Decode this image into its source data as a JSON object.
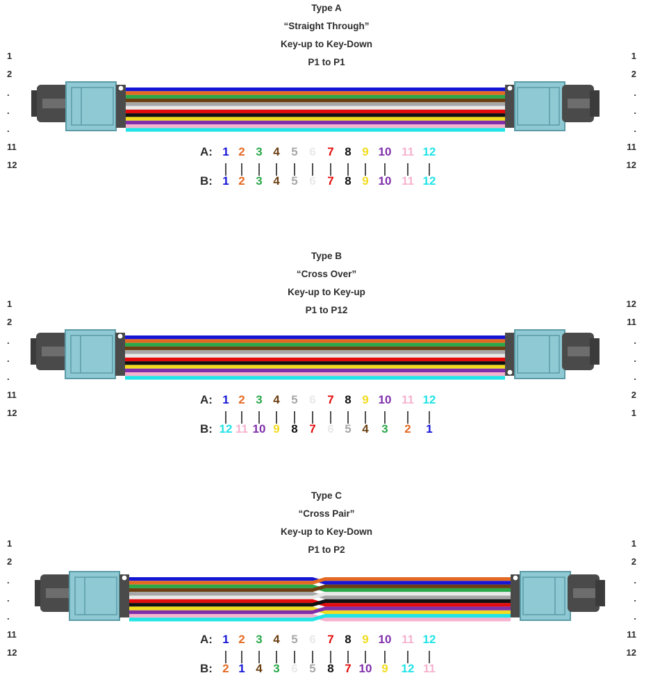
{
  "colors": {
    "fibers": [
      "#1515d6",
      "#e46a24",
      "#2aa84a",
      "#6b3f12",
      "#a7a7a7",
      "#e9e9e9",
      "#e30b0b",
      "#111111",
      "#f2dc1f",
      "#7f2faa",
      "#f6b3cf",
      "#22e3e6"
    ],
    "connector_body": "#8fcad4",
    "connector_edge": "#5a9aa6",
    "connector_dark": "#4a4a4a",
    "connector_darker": "#3b3b3b",
    "map_label": "#2b2b2b"
  },
  "sections": [
    {
      "id": "type-a",
      "title_lines": [
        "Type A",
        "“Straight Through”",
        "Key-up to Key-Down",
        "P1 to P1"
      ],
      "left_numbers": [
        "1",
        "2",
        ".",
        ".",
        ".",
        "11",
        "12"
      ],
      "right_numbers": [
        "1",
        "2",
        ".",
        ".",
        ".",
        "11",
        "12"
      ],
      "map_a_label": "A:",
      "map_b_label": "B:",
      "a_values": [
        "1",
        "2",
        "3",
        "4",
        "5",
        "6",
        "7",
        "8",
        "9",
        "10",
        "11",
        "12"
      ],
      "b_values": [
        "1",
        "2",
        "3",
        "4",
        "5",
        "6",
        "7",
        "8",
        "9",
        "10",
        "11",
        "12"
      ],
      "b_colors": [
        0,
        1,
        2,
        3,
        4,
        5,
        6,
        7,
        8,
        9,
        10,
        11
      ],
      "cable": "straight",
      "dot_left": "top",
      "dot_right": "top"
    },
    {
      "id": "type-b",
      "title_lines": [
        "Type B",
        "“Cross Over”",
        "Key-up to Key-up",
        "P1 to P12"
      ],
      "left_numbers": [
        "1",
        "2",
        ".",
        ".",
        ".",
        "11",
        "12"
      ],
      "right_numbers": [
        "12",
        "11",
        ".",
        ".",
        ".",
        "2",
        "1"
      ],
      "map_a_label": "A:",
      "map_b_label": "B:",
      "a_values": [
        "1",
        "2",
        "3",
        "4",
        "5",
        "6",
        "7",
        "8",
        "9",
        "10",
        "11",
        "12"
      ],
      "b_values": [
        "12",
        "11",
        "10",
        "9",
        "8",
        "7",
        "6",
        "5",
        "4",
        "3",
        "2",
        "1"
      ],
      "b_colors": [
        0,
        1,
        2,
        3,
        4,
        5,
        6,
        7,
        8,
        9,
        10,
        11
      ],
      "cable": "straight",
      "dot_left": "top",
      "dot_right": "bottom"
    },
    {
      "id": "type-c",
      "title_lines": [
        "Type C",
        "“Cross Pair”",
        "Key-up to Key-Down",
        "P1 to P2"
      ],
      "left_numbers": [
        "1",
        "2",
        ".",
        ".",
        ".",
        "11",
        "12"
      ],
      "right_numbers": [
        "1",
        "2",
        ".",
        ".",
        ".",
        "11",
        "12"
      ],
      "map_a_label": "A:",
      "map_b_label": "B:",
      "a_values": [
        "1",
        "2",
        "3",
        "4",
        "5",
        "6",
        "7",
        "8",
        "9",
        "10",
        "11",
        "12"
      ],
      "b_values": [
        "2",
        "1",
        "4",
        "3",
        "6",
        "5",
        "8",
        "7",
        "10",
        "9",
        "12",
        "11"
      ],
      "b_colors": [
        0,
        1,
        2,
        3,
        4,
        5,
        6,
        7,
        8,
        9,
        10,
        11
      ],
      "cable": "pair",
      "dot_left": "top",
      "dot_right": "top"
    }
  ]
}
